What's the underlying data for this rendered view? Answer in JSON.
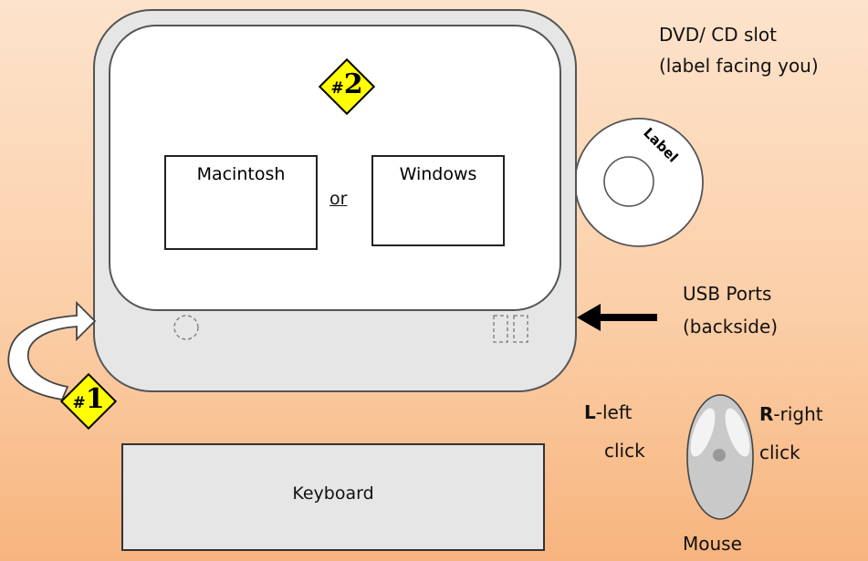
{
  "screen": {
    "left_box_label": "Macintosh",
    "or_label": "or",
    "right_box_label": "Windows",
    "badge_top": {
      "hash": "#",
      "num": "2"
    }
  },
  "badge_bottom": {
    "hash": "#",
    "num": "1"
  },
  "keyboard": {
    "label": "Keyboard"
  },
  "dvd": {
    "title_line1": "DVD/ CD slot",
    "title_line2": "(label facing you)",
    "disc_label": "Label"
  },
  "usb": {
    "line1": "USB Ports",
    "line2": "(backside)"
  },
  "mouse": {
    "left_bold": "L",
    "left_rest": "-left",
    "left_line2": "click",
    "right_bold": "R",
    "right_rest": "-right",
    "right_line2": "click",
    "label": "Mouse"
  },
  "colors": {
    "badge": "#ffff00",
    "monitor": "#e6e6e6",
    "mouse": "#c9c9c9"
  }
}
